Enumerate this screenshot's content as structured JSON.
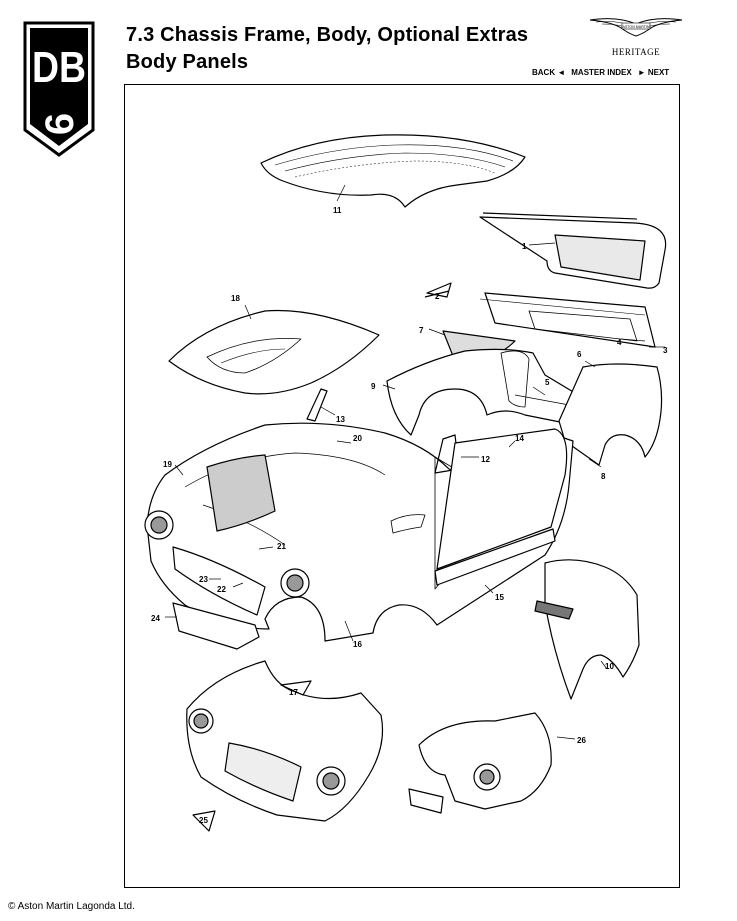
{
  "logo": {
    "text_top": "DB",
    "text_bottom": "6"
  },
  "header": {
    "title_line1": "7.3 Chassis Frame, Body, Optional Extras",
    "title_line2": "Body Panels"
  },
  "brand": {
    "emblem_text": "ASTON MARTIN",
    "word": "HERITAGE"
  },
  "nav": {
    "back": "BACK ◄",
    "index": "MASTER INDEX",
    "next": "► NEXT"
  },
  "diagram": {
    "callouts": [
      "11",
      "1",
      "2",
      "18",
      "7",
      "4",
      "3",
      "6",
      "5",
      "9",
      "13",
      "20",
      "12",
      "14",
      "8",
      "19",
      "21",
      "23",
      "22",
      "24",
      "16",
      "15",
      "10",
      "17",
      "26",
      "25"
    ]
  },
  "footer": {
    "copyright": "© Aston Martin Lagonda Ltd."
  }
}
